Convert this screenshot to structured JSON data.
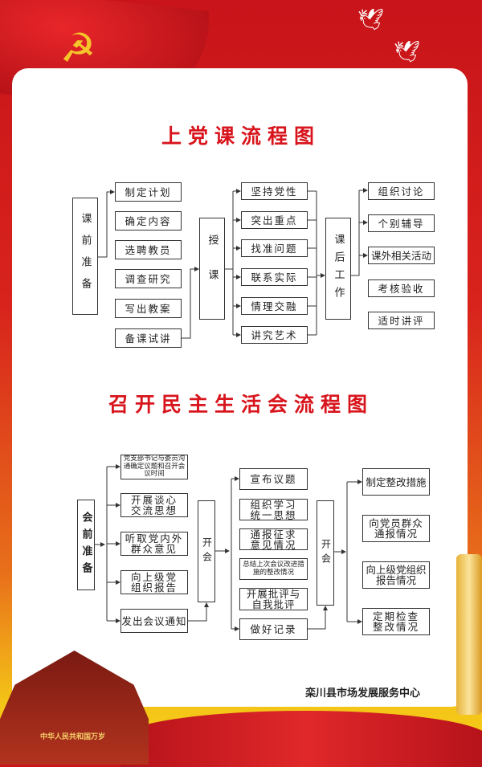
{
  "chart1": {
    "title": "上党课流程图",
    "pre": "课前准备",
    "pre_items": [
      "制定计划",
      "确定内容",
      "选聘教员",
      "调查研究",
      "写出教案",
      "备课试讲"
    ],
    "teach": "授课",
    "teach_items": [
      "坚持党性",
      "突出重点",
      "找准问题",
      "联系实际",
      "情理交融",
      "讲究艺术"
    ],
    "after": "课后工作",
    "after_items": [
      "组织讨论",
      "个别辅导",
      "课外相关活动",
      "考核验收",
      "适时讲评"
    ]
  },
  "chart2": {
    "title": "召开民主生活会流程图",
    "pre": "会前准备",
    "pre_items": [
      "党支部书记与委员沟通确定议题和召开会议时间",
      "开展谈心交流思想",
      "听取党内外群众意见",
      "向上级党组织报告",
      "发出会议通知"
    ],
    "meeting": "开会",
    "meeting_items": [
      "宣布议题",
      "组织学习统一思想",
      "通报征求意见情况",
      "总结上次会议改进措施的整改情况",
      "开展批评与自我批评",
      "做好记录"
    ],
    "meeting2": "开会",
    "after_items": [
      "制定整改措施",
      "向党员群众通报情况",
      "向上级党组织报告情况",
      "定期检查整改情况"
    ]
  },
  "footer": "栾川县市场发展服务中心",
  "gate_sign": "中华人民共和国万岁",
  "colors": {
    "title": "#d8141c",
    "bg_top": "#c8141a",
    "bg_bottom": "#f7d21a"
  }
}
